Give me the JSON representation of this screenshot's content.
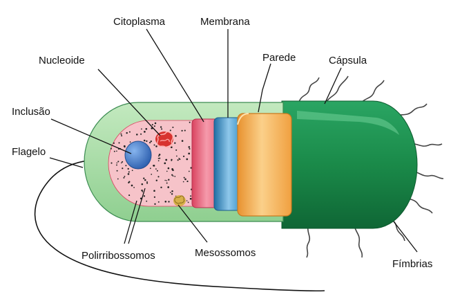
{
  "labels": {
    "citoplasma": "Citoplasma",
    "membrana": "Membrana",
    "nucleoide": "Nucleoide",
    "parede": "Parede",
    "capsula": "Cápsula",
    "inclusao": "Inclusão",
    "flagelo": "Flagelo",
    "polirribossomos": "Polirribossomos",
    "mesossomos": "Mesossomos",
    "fimbrias": "Fímbrias"
  },
  "colors": {
    "capsule_outer": "#1f8f4f",
    "capsule_dark": "#13703a",
    "capsule_light": "#a9dca9",
    "wall": "#f3a94a",
    "wall_light": "#fbd08a",
    "membrane": "#2f8cc4",
    "membrane_light": "#8ec7ea",
    "cytoplasm_band": "#e8607a",
    "cytoplasm": "#f6c3c9",
    "inclusion": "#3f78c8",
    "nucleoid": "#d8332f",
    "mesosome": "#d7b04a",
    "ribosome": "#222222"
  }
}
